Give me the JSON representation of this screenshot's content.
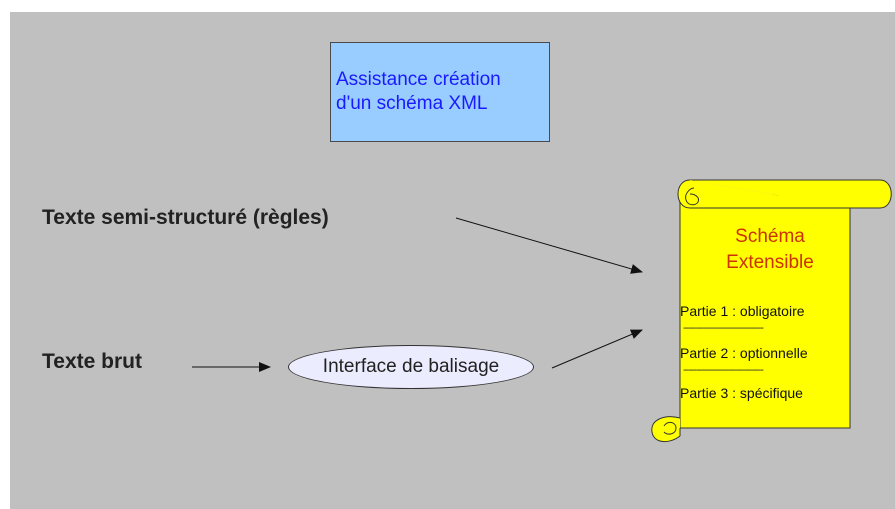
{
  "diagram": {
    "title_line1": "Assistance création",
    "title_line2": "d'un schéma XML",
    "input_semi": "Texte semi-structuré  (règles)",
    "input_brut": "Texte brut",
    "interface": "Interface de balisage",
    "schema_line1": "Schéma",
    "schema_line2": "Extensible",
    "part1": "Partie 1 : obligatoire",
    "part2": "Partie 2 : optionnelle",
    "part3": "Partie 3 : spécifique",
    "separator1": "------------------------------",
    "separator2": "------------------------------"
  },
  "colors": {
    "background": "#c0c0c0",
    "title_box": "#99ccff",
    "title_text": "#1a1aff",
    "scroll_fill": "#ffff00",
    "schema_title": "#cc3300",
    "ellipse_fill": "#ececff"
  },
  "icons": {
    "scroll": "scroll-icon"
  }
}
